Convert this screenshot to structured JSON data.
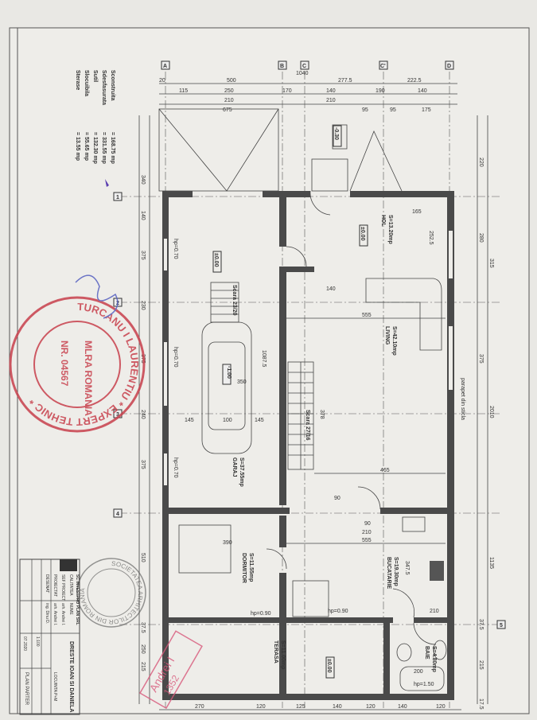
{
  "summary": {
    "rows": [
      {
        "label": "Sconstruita",
        "value": "= 168.75 mp"
      },
      {
        "label": "Sdesfasurata",
        "value": "= 331.55 mp"
      },
      {
        "label": "Sutil",
        "value": "= 132.30 mp"
      },
      {
        "label": "Slocuibila",
        "value": "= 55.65 mp"
      },
      {
        "label": "Sterase",
        "value": "= 13.55 mp"
      }
    ]
  },
  "axes": {
    "top": [
      "A",
      "B",
      "C",
      "C'",
      "D"
    ],
    "side": [
      "1",
      "2",
      "3",
      "4",
      "5"
    ]
  },
  "dimensions": {
    "top_row1": [
      "20",
      "500",
      "277.5",
      "222.5",
      "1040"
    ],
    "top_row2": [
      "115",
      "250",
      "170",
      "140",
      "190",
      "140"
    ],
    "top_row3": [
      "210",
      "210",
      "675",
      "95",
      "95",
      "175"
    ],
    "left": [
      "340",
      "140",
      "375",
      "230",
      "375",
      "240",
      "375",
      "510",
      "37.5",
      "250",
      "215"
    ],
    "right": [
      "220",
      "280",
      "315",
      "375",
      "2010",
      "1135",
      "37.5",
      "215",
      "17.5"
    ],
    "bottom": [
      "270",
      "120",
      "125",
      "140",
      "120",
      "140",
      "120"
    ],
    "interior": [
      "1087.5",
      "350",
      "145",
      "100",
      "145",
      "378",
      "555",
      "465",
      "555",
      "390",
      "347.5",
      "210",
      "90",
      "210",
      "200",
      "252.5",
      "165",
      "140",
      "90"
    ]
  },
  "levels": [
    "-0.30",
    "±0.00",
    "±0.00",
    "-1.00",
    "±0.00",
    "hp=0.70",
    "hp=0.70",
    "hp=0.70",
    "hp=0.90",
    "hp=0.90",
    "hp=1.50"
  ],
  "rooms": [
    {
      "name": "GARAJ",
      "area": "S=37.55mp"
    },
    {
      "name": "LIVING",
      "area": "S=42.10mp"
    },
    {
      "name": "HOL",
      "area": "S=13.20mp"
    },
    {
      "name": "DORMITOR",
      "area": "S=11.55mp"
    },
    {
      "name": "BUCATARIE",
      "area": "S=19.30mp"
    },
    {
      "name": "TERASA",
      "area": "S=11.00mp"
    },
    {
      "name": "BAIE",
      "area": "S=4.80mp"
    }
  ],
  "stairs": [
    {
      "label": "Scara 23/20"
    },
    {
      "label": "Scara 27/16"
    }
  ],
  "notes": {
    "radiator": "parapet din sticla"
  },
  "stamp_red": {
    "outer": "TURCANU I LAURENTIU * EXPERT TEHNIC *",
    "inner": "MLRA ROMANIA",
    "number": "NR. 04567"
  },
  "stamp_gray": {
    "text": "SOCIETATEA ARHITECTILOR DIN ROMANIA"
  },
  "stamp_pink": {
    "text": "Andrei I",
    "number": "1352"
  },
  "title_block": {
    "firm": "SC INVESTPRO PLAN SRL",
    "rows": [
      {
        "role": "CALITATEA",
        "name": "NUME"
      },
      {
        "role": "SEF PROIECT",
        "name": "arh. Andrei I."
      },
      {
        "role": "PROIECTAT",
        "name": "arh. Andrei I."
      },
      {
        "role": "DESENAT",
        "name": "ing. Dinu D."
      }
    ],
    "beneficiar": "DRESTE IOAN SI DANIELA",
    "project": "LOCUINTA P+M",
    "scale": "1:100",
    "date": "07.2020",
    "drawing": "PLAN PARTER"
  }
}
